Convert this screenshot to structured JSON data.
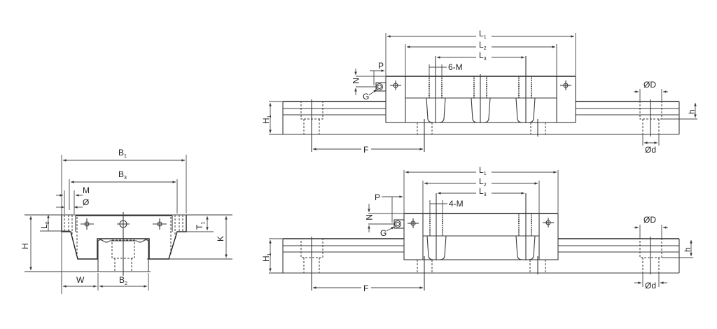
{
  "figure": {
    "type": "linear guide rail and block dimension drawing",
    "line_color": "#3a3a3a",
    "background": "#ffffff"
  },
  "front_view": {
    "labels": {
      "B1": "B",
      "B1_sub": "1",
      "B3": "B",
      "B3_sub": "3",
      "B2": "B",
      "B2_sub": "2",
      "M": "M",
      "dia": "Ø",
      "L0": "L",
      "L0_sub": "0",
      "H": "H",
      "T1": "T",
      "T1_sub": "1",
      "K": "K",
      "W": "W"
    }
  },
  "top_view_long": {
    "labels": {
      "L1": "L",
      "L1_sub": "1",
      "L2": "L",
      "L2_sub": "2",
      "L3": "L",
      "L3_sub": "3",
      "holes": "6-M",
      "P": "P",
      "N": "N",
      "G": "G",
      "H1": "H",
      "H1_sub": "1",
      "F": "F",
      "D": "ØD",
      "d": "Ød",
      "h": "h"
    }
  },
  "top_view_short": {
    "labels": {
      "L1": "L",
      "L1_sub": "1",
      "L2": "L",
      "L2_sub": "2",
      "L3": "L",
      "L3_sub": "3",
      "holes": "4-M",
      "P": "P",
      "N": "N",
      "G": "G",
      "H1": "H",
      "H1_sub": "1",
      "F": "F",
      "D": "ØD",
      "d": "Ød",
      "h": "h"
    }
  }
}
